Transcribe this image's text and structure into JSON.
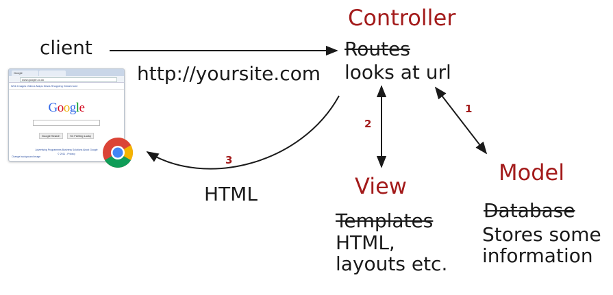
{
  "labels": {
    "client": "client",
    "url": "http://yoursite.com",
    "html_response": "HTML",
    "step3": "3",
    "step2": "2",
    "step1": "1"
  },
  "controller": {
    "title": "Controller",
    "old_name": "Routes",
    "description": "looks at url"
  },
  "view": {
    "title": "View",
    "old_name": "Templates",
    "description_line1": "HTML,",
    "description_line2": "layouts etc."
  },
  "model": {
    "title": "Model",
    "old_name": "Database",
    "description_line1": "Stores some",
    "description_line2": "information"
  },
  "browser": {
    "tab1": "Google",
    "tab2": "",
    "url": "www.google.co.uk",
    "nav": "Web Images Videos Maps News Shopping Gmail more",
    "logo_letters": [
      {
        "ch": "G",
        "color": "#3369e8"
      },
      {
        "ch": "o",
        "color": "#d50f25"
      },
      {
        "ch": "o",
        "color": "#eeb211"
      },
      {
        "ch": "g",
        "color": "#3369e8"
      },
      {
        "ch": "l",
        "color": "#009925"
      },
      {
        "ch": "e",
        "color": "#d50f25"
      }
    ],
    "btn_search": "Google Search",
    "btn_lucky": "I'm Feeling Lucky",
    "footer": "Advertising Programmes   Business Solutions   About Google",
    "footer2": "© 2011 - Privacy",
    "corner": "Change background image",
    "icon": "chrome-icon"
  },
  "colors": {
    "accent": "#a31b1b",
    "text": "#1a1a1a",
    "arrow": "#1a1a1a"
  }
}
